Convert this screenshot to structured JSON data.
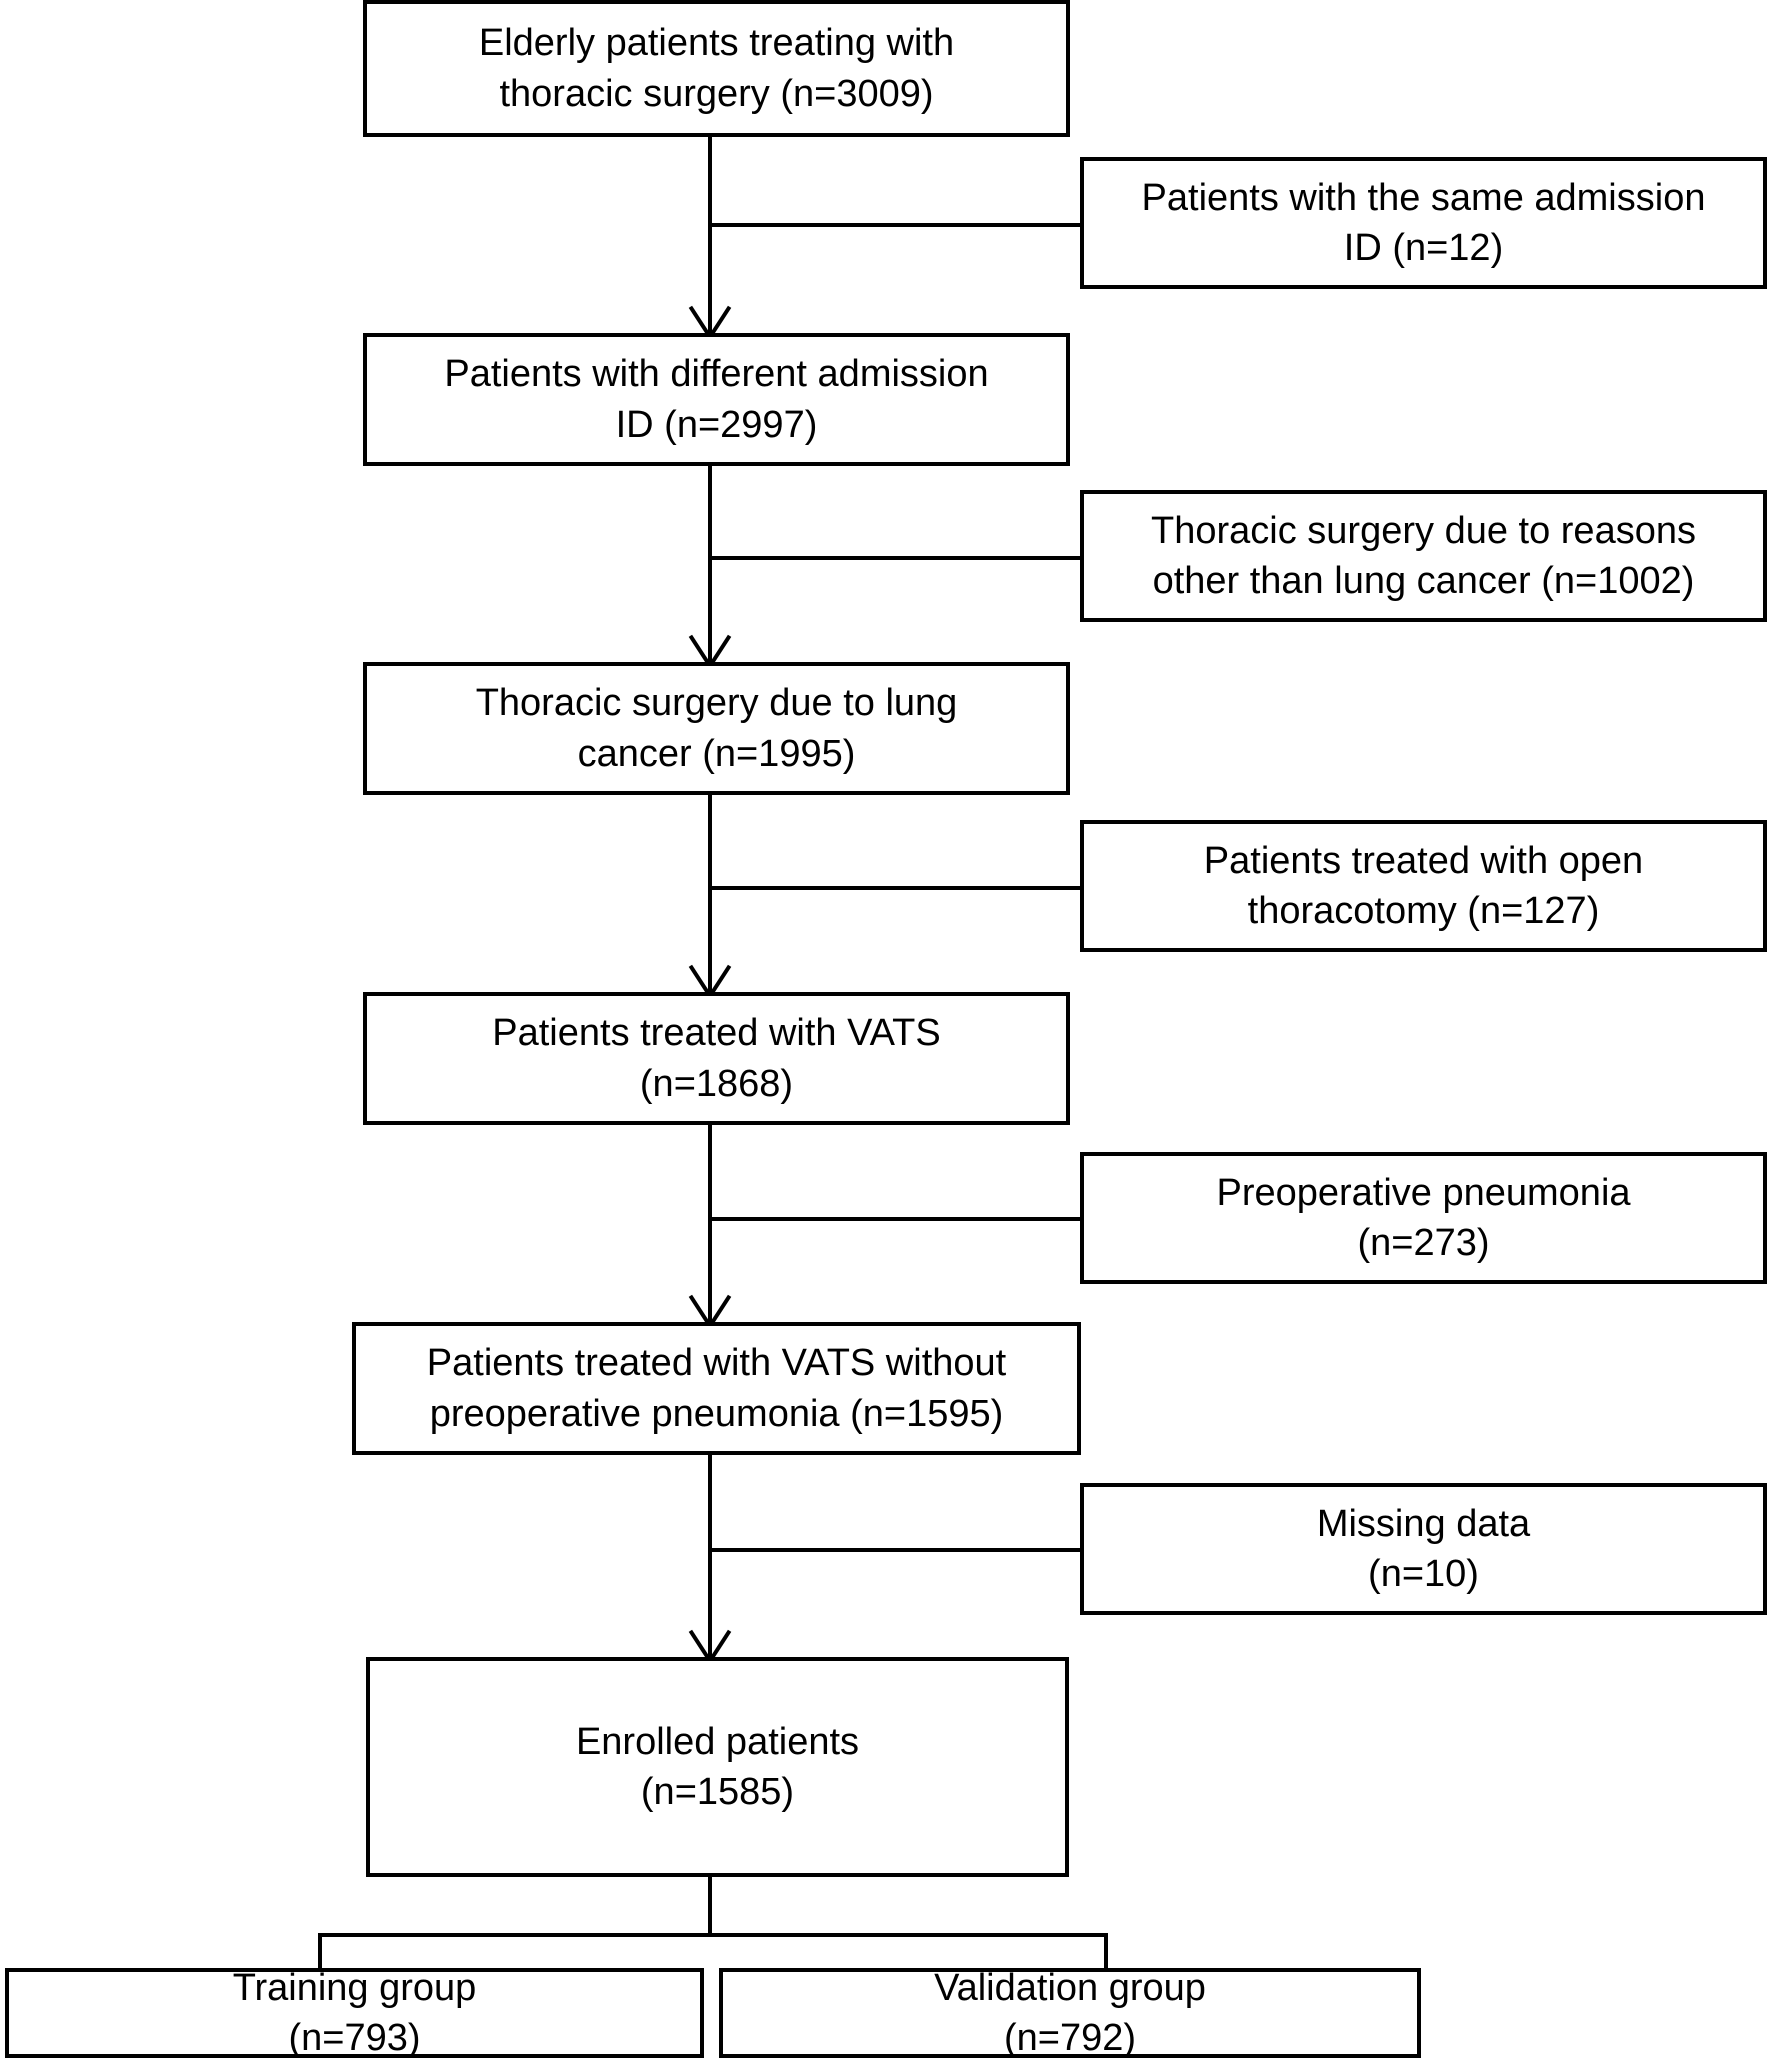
{
  "figure": {
    "type": "flowchart",
    "description": "Patient selection flow diagram",
    "line_color": "#000000",
    "background_color": "#ffffff"
  },
  "main_flow": [
    {
      "id": "elderly-patients",
      "line1": "Elderly patients treating with",
      "line2": "thoracic surgery (n=3009)",
      "n": 3009
    },
    {
      "id": "different-admission-id",
      "line1": "Patients with different admission",
      "line2": "ID (n=2997)",
      "n": 2997
    },
    {
      "id": "thoracic-surgery-lung-cancer",
      "line1": "Thoracic surgery due to lung",
      "line2": "cancer (n=1995)",
      "n": 1995
    },
    {
      "id": "treated-with-vats",
      "line1": "Patients treated with VATS",
      "line2": "(n=1868)",
      "n": 1868
    },
    {
      "id": "vats-without-preop-pneumonia",
      "line1": "Patients treated with VATS without",
      "line2": "preoperative pneumonia (n=1595)",
      "n": 1595
    },
    {
      "id": "enrolled-patients",
      "line1": "Enrolled patients",
      "line2": "(n=1585)",
      "n": 1585
    }
  ],
  "exclusions": [
    {
      "id": "same-admission-id",
      "line1": "Patients with the same admission",
      "line2": "ID (n=12)",
      "n": 12
    },
    {
      "id": "other-than-lung-cancer",
      "line1": "Thoracic surgery due to reasons",
      "line2": "other than lung cancer (n=1002)",
      "n": 1002
    },
    {
      "id": "open-thoracotomy",
      "line1": "Patients treated with open",
      "line2": "thoracotomy (n=127)",
      "n": 127
    },
    {
      "id": "preoperative-pneumonia",
      "line1": "Preoperative pneumonia",
      "line2": "(n=273)",
      "n": 273
    },
    {
      "id": "missing-data",
      "line1": "Missing data",
      "line2": "(n=10)",
      "n": 10
    }
  ],
  "groups": [
    {
      "id": "training-group",
      "line1": "Training group",
      "line2": "(n=793)",
      "n": 793
    },
    {
      "id": "validation-group",
      "line1": "Validation group",
      "line2": "(n=792)",
      "n": 792
    }
  ]
}
